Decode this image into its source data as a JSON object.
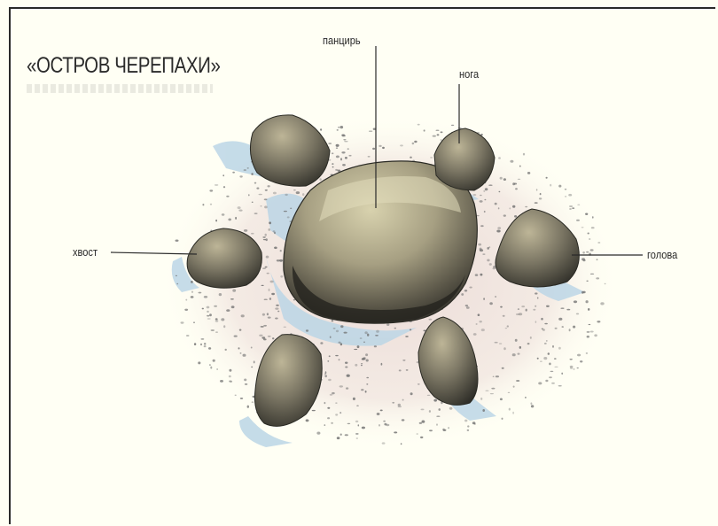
{
  "title": "«ОСТРОВ ЧЕРЕПАХИ»",
  "labels": {
    "shell": "панцирь",
    "leg": "нога",
    "tail": "хвост",
    "head": "голова"
  },
  "colors": {
    "background": "#fffff4",
    "gravel": "#6e6e6e",
    "stone_dark": "#3a3a33",
    "stone_mid": "#7a7563",
    "stone_light": "#c9c3a0",
    "shadow_blue": "#bcd6e6",
    "ground_pink": "#e8d8d6",
    "leader_line": "#2a2a2a"
  }
}
